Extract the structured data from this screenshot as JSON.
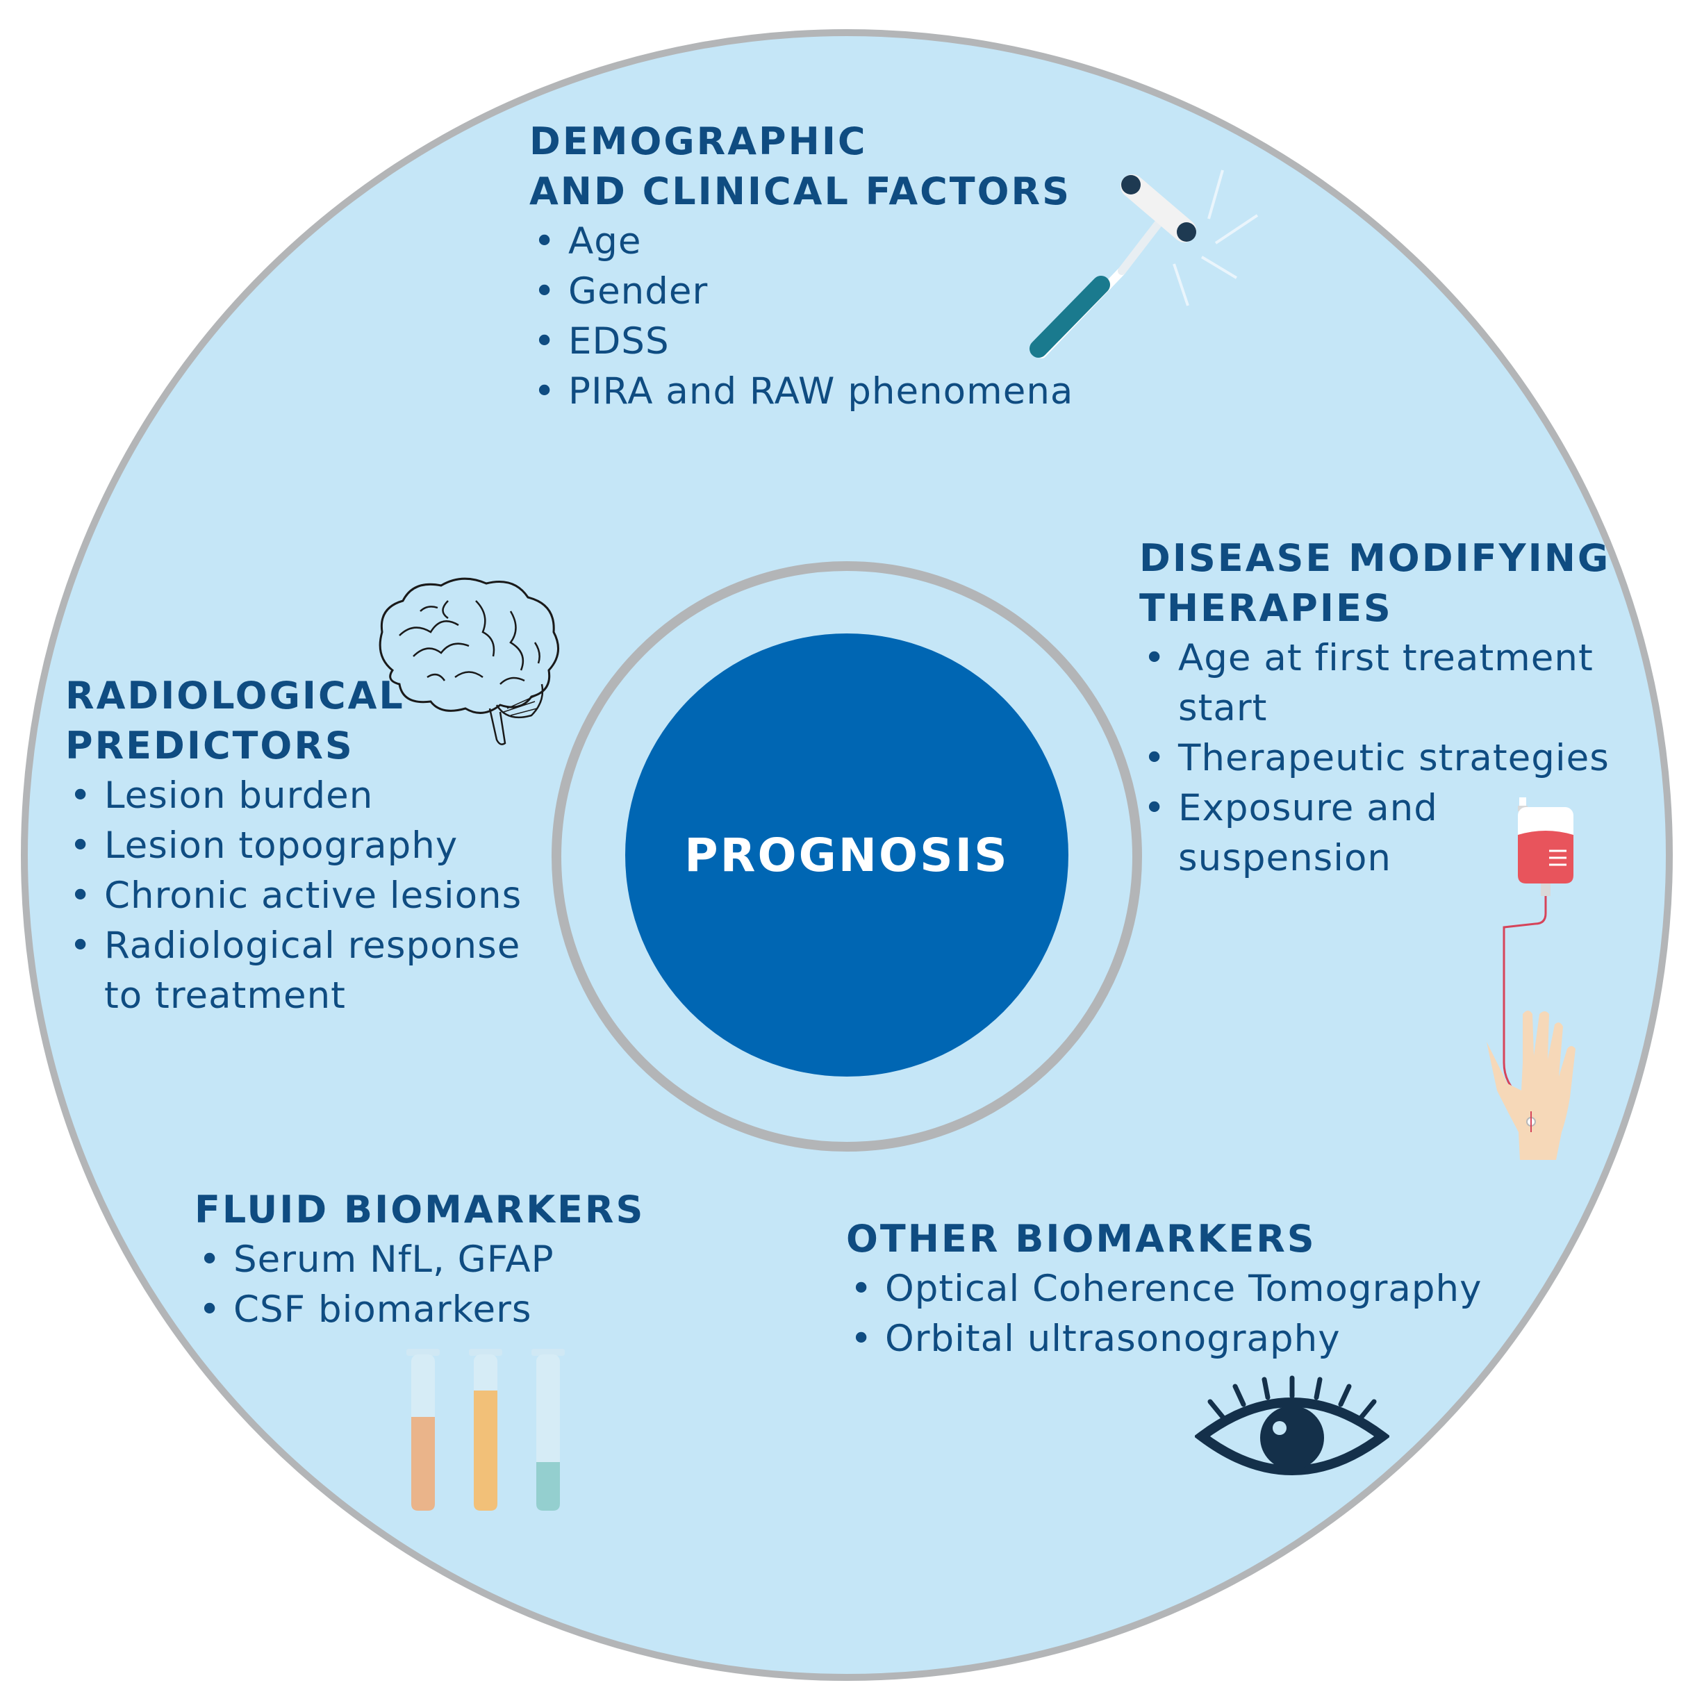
{
  "center": {
    "label": "PROGNOSIS"
  },
  "sections": {
    "demographic": {
      "heading_lines": [
        "DEMOGRAPHIC",
        "AND CLINICAL FACTORS"
      ],
      "items": [
        "Age",
        "Gender",
        "EDSS",
        "PIRA and RAW phenomena"
      ],
      "icon": "reflex-hammer-icon"
    },
    "dmt": {
      "heading_lines": [
        "DISEASE MODIFYING",
        "THERAPIES"
      ],
      "items": [
        "Age at first treatment start",
        "Therapeutic strategies",
        "Exposure and suspension"
      ],
      "icon": "iv-drip-hand-icon"
    },
    "radiological": {
      "heading_lines": [
        "RADIOLOGICAL",
        "PREDICTORS"
      ],
      "items": [
        "Lesion burden",
        "Lesion topography",
        "Chronic active lesions",
        "Radiological response to treatment"
      ],
      "icon": "brain-icon"
    },
    "fluid": {
      "heading_lines": [
        "FLUID BIOMARKERS"
      ],
      "items": [
        "Serum NfL, GFAP",
        "CSF biomarkers"
      ],
      "icon": "test-tubes-icon"
    },
    "other": {
      "heading_lines": [
        "OTHER BIOMARKERS"
      ],
      "items": [
        "Optical Coherence Tomography",
        "Orbital ultrasonography"
      ],
      "icon": "eye-icon"
    }
  },
  "colors": {
    "outer_fill": "#c5e6f7",
    "ring_stroke": "#b3b5b7",
    "core_fill": "#0066b3",
    "text": "#0f4c81"
  }
}
